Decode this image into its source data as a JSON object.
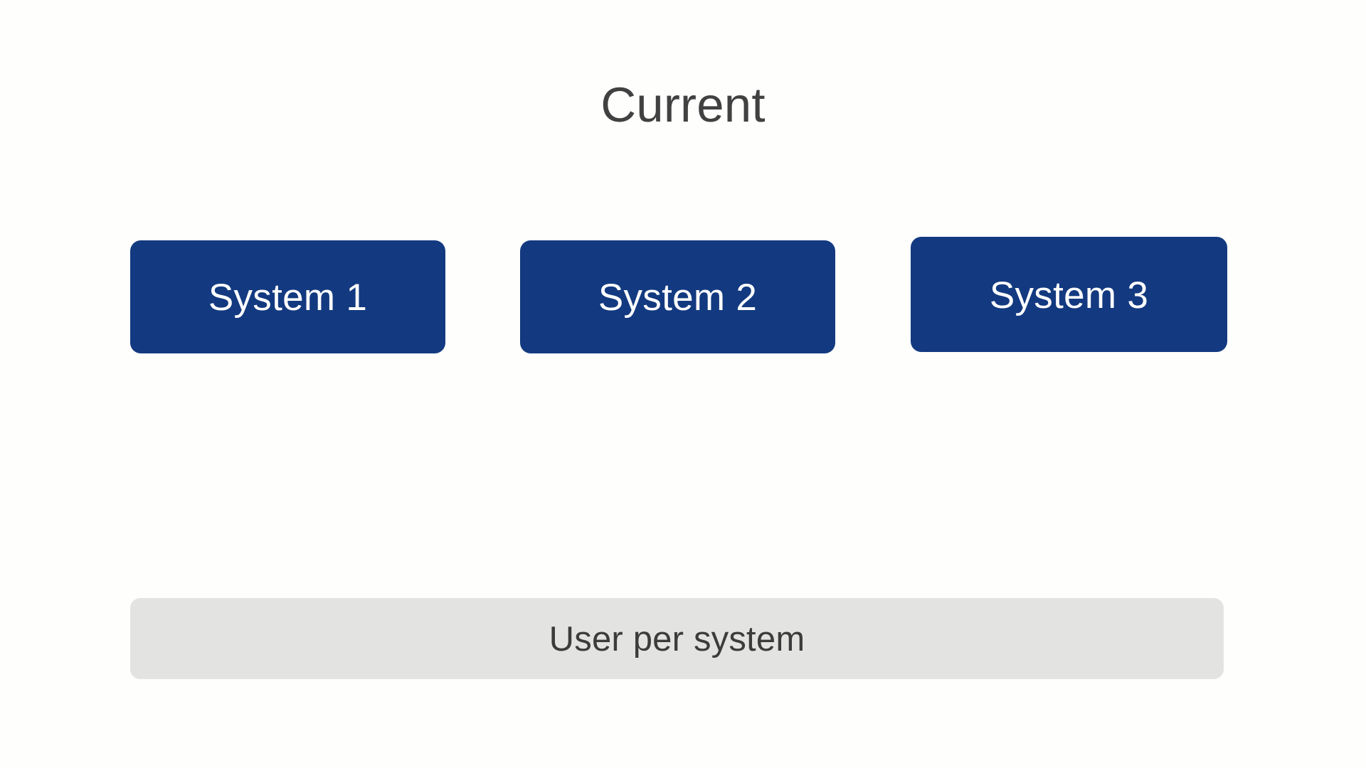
{
  "page": {
    "title": "Current",
    "background_color": "#fefefd",
    "title_color": "#414141"
  },
  "systems": {
    "accent_color": "#133a80",
    "label_color": "#ffffff",
    "items": [
      {
        "label": "System 1"
      },
      {
        "label": "System 2"
      },
      {
        "label": "System 3"
      }
    ]
  },
  "footer": {
    "label": "User per system",
    "background_color": "#e3e3e2",
    "label_color": "#3c3c3c"
  }
}
